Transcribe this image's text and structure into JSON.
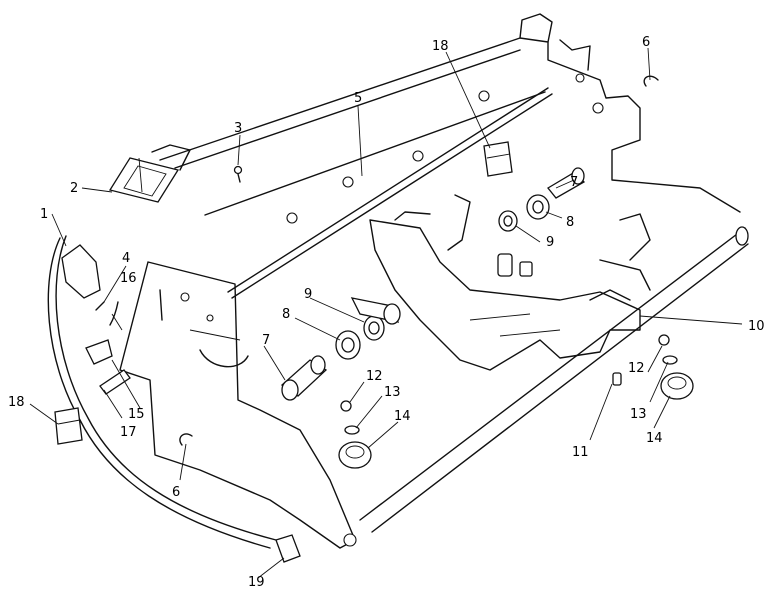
{
  "callouts": [
    {
      "id": "c1",
      "text": "1"
    },
    {
      "id": "c2",
      "text": "2"
    },
    {
      "id": "c3",
      "text": "3"
    },
    {
      "id": "c4",
      "text": "4"
    },
    {
      "id": "c5",
      "text": "5"
    },
    {
      "id": "c6a",
      "text": "6"
    },
    {
      "id": "c6b",
      "text": "6"
    },
    {
      "id": "c7a",
      "text": "7"
    },
    {
      "id": "c7b",
      "text": "7"
    },
    {
      "id": "c8a",
      "text": "8"
    },
    {
      "id": "c8b",
      "text": "8"
    },
    {
      "id": "c9a",
      "text": "9"
    },
    {
      "id": "c9b",
      "text": "9"
    },
    {
      "id": "c10",
      "text": "10"
    },
    {
      "id": "c11",
      "text": "11"
    },
    {
      "id": "c12a",
      "text": "12"
    },
    {
      "id": "c12b",
      "text": "12"
    },
    {
      "id": "c13a",
      "text": "13"
    },
    {
      "id": "c13b",
      "text": "13"
    },
    {
      "id": "c14a",
      "text": "14"
    },
    {
      "id": "c14b",
      "text": "14"
    },
    {
      "id": "c15",
      "text": "15"
    },
    {
      "id": "c16",
      "text": "16"
    },
    {
      "id": "c17",
      "text": "17"
    },
    {
      "id": "c18a",
      "text": "18"
    },
    {
      "id": "c18b",
      "text": "18"
    },
    {
      "id": "c19",
      "text": "19"
    }
  ]
}
